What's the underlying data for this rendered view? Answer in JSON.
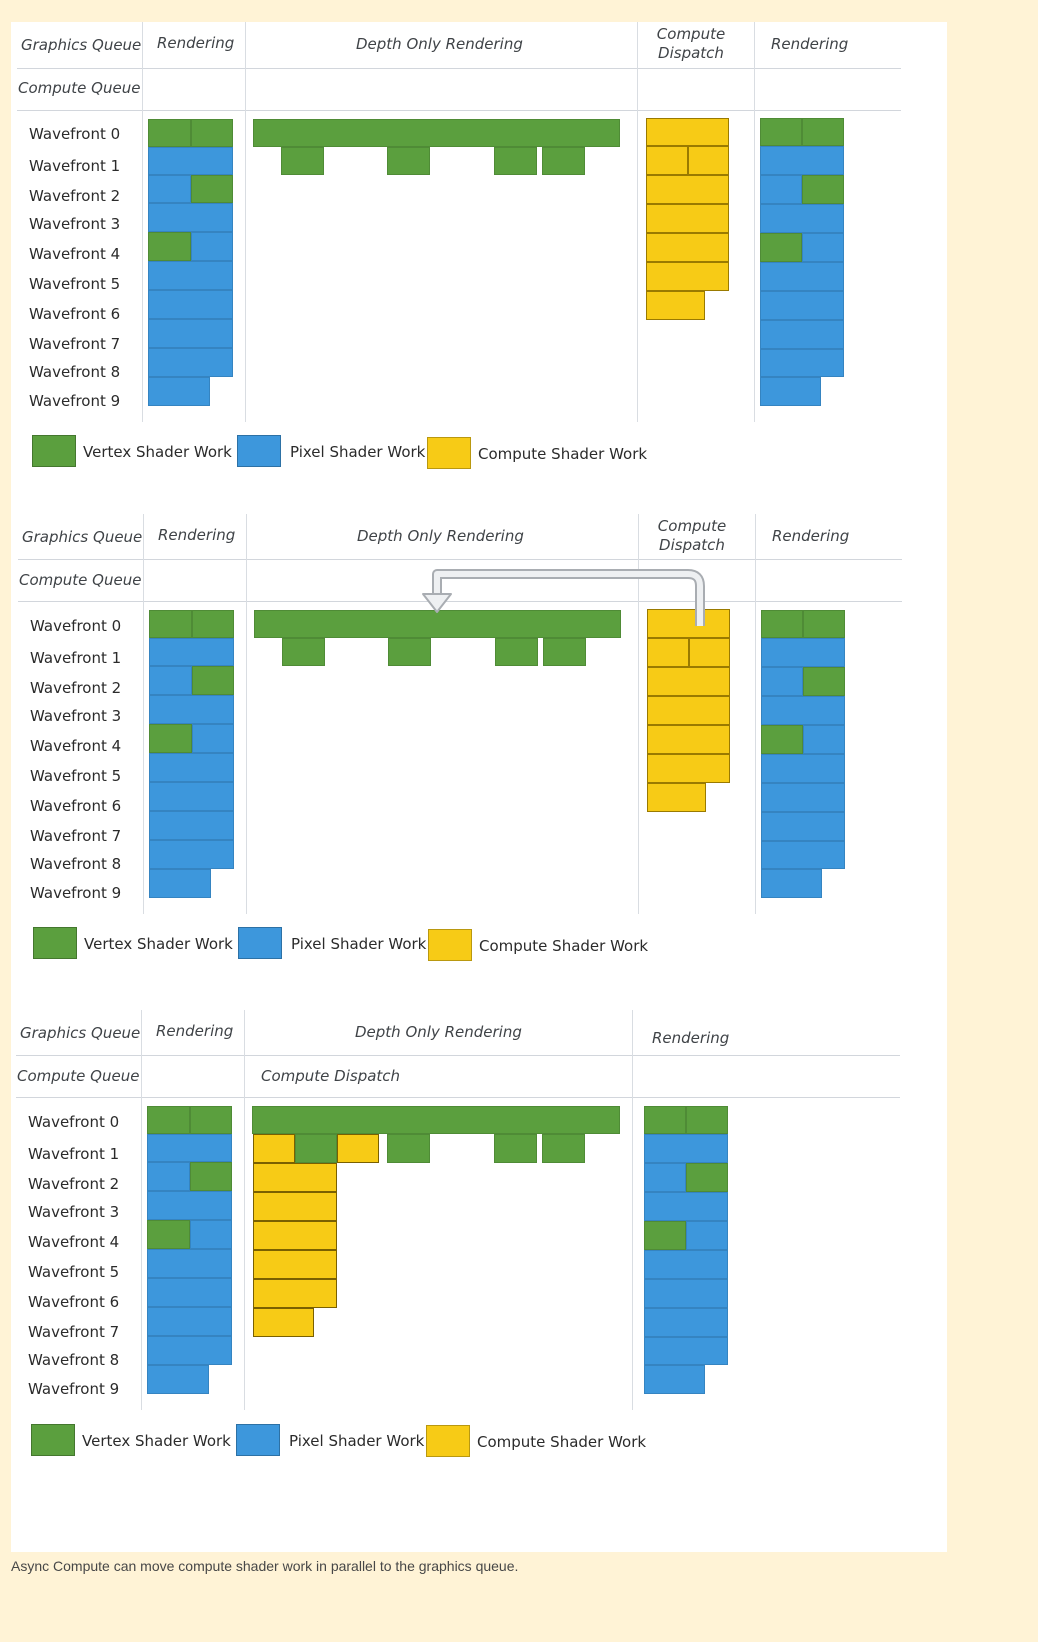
{
  "figure": {
    "panels": [
      {
        "headers": {
          "graphics_queue": "Graphics Queue",
          "compute_queue": "Compute Queue",
          "rendering_1": "Rendering",
          "depth_only": "Depth Only Rendering",
          "compute_dispatch": "Compute Dispatch",
          "rendering_2": "Rendering"
        }
      },
      {
        "headers": {
          "graphics_queue": "Graphics Queue",
          "compute_queue": "Compute Queue",
          "rendering_1": "Rendering",
          "depth_only": "Depth Only Rendering",
          "compute_dispatch": "Compute Dispatch",
          "rendering_2": "Rendering"
        }
      },
      {
        "headers": {
          "graphics_queue": "Graphics Queue",
          "compute_queue": "Compute Queue",
          "rendering_1": "Rendering",
          "depth_only": "Depth Only Rendering",
          "compute_dispatch": "Compute Dispatch",
          "rendering_2": "Rendering"
        }
      }
    ],
    "wavefronts": [
      "Wavefront 0",
      "Wavefront 1",
      "Wavefront 2",
      "Wavefront 3",
      "Wavefront 4",
      "Wavefront 5",
      "Wavefront 6",
      "Wavefront 7",
      "Wavefront 8",
      "Wavefront 9"
    ],
    "legend": [
      {
        "label": "Vertex Shader Work",
        "color": "#5b9f3e"
      },
      {
        "label": "Pixel Shader Work",
        "color": "#3d97dc"
      },
      {
        "label": "Compute Shader Work",
        "color": "#f7cb16"
      }
    ],
    "colors": {
      "vertex": "#5b9f3e",
      "pixel": "#3d97dc",
      "compute": "#f7cb16",
      "background": "#fff3d6"
    }
  },
  "caption": "Async Compute can move compute shader work in parallel to the graphics queue."
}
